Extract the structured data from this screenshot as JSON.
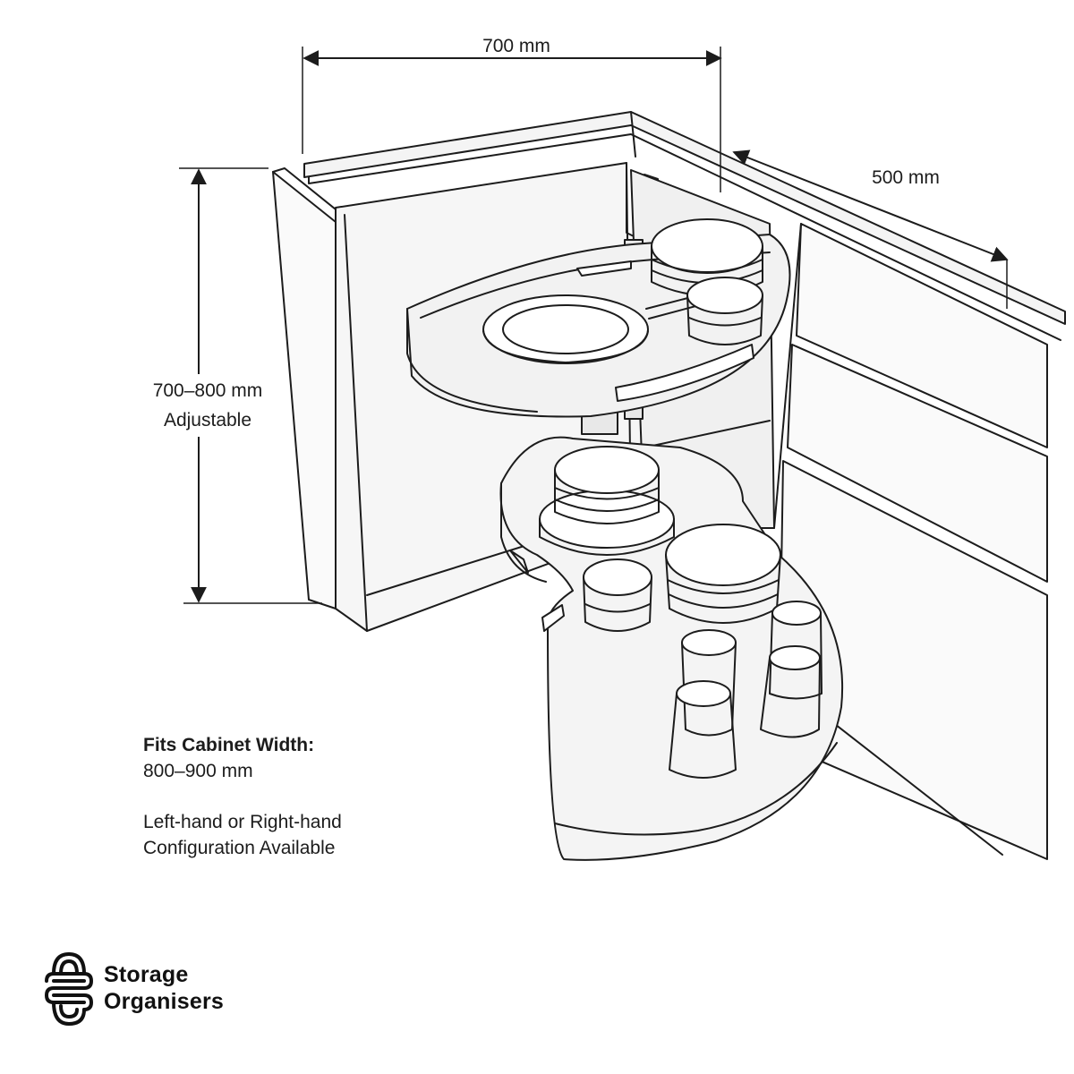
{
  "dimensions": {
    "width_label": "700 mm",
    "depth_label": "500 mm",
    "height_label_line1": "700–800 mm",
    "height_label_line2": "Adjustable"
  },
  "info": {
    "fits_heading": "Fits Cabinet Width:",
    "fits_value": "800–900 mm",
    "config_line1": "Left-hand or Right-hand",
    "config_line2": "Configuration Available"
  },
  "brand": {
    "name_line1": "Storage",
    "name_line2": "Organisers",
    "logo_icon": "storage-organisers-logo-icon"
  }
}
